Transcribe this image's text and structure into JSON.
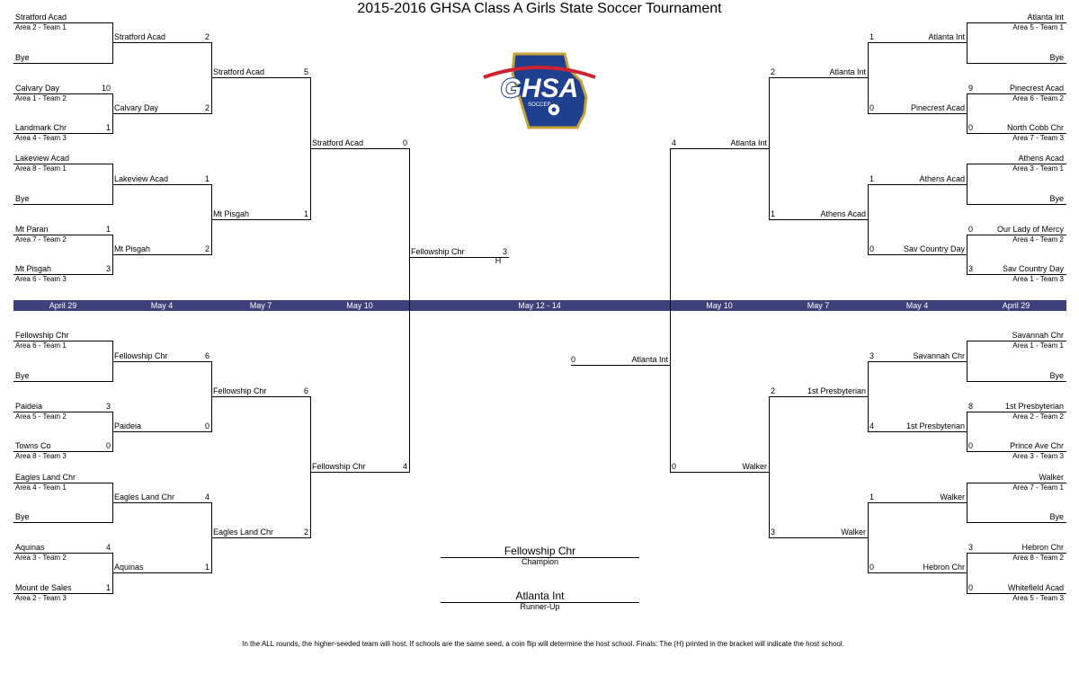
{
  "title": "2015-2016 GHSA Class A Girls State Soccer Tournament",
  "logo": {
    "text": "GHSA",
    "subtext": "SOCCER"
  },
  "dates": [
    "April 29",
    "May 4",
    "May 7",
    "May 10",
    "May 12 - 14",
    "May 10",
    "May 7",
    "May 4",
    "April 29"
  ],
  "left": {
    "r1": [
      {
        "team": "Stratford Acad",
        "seed": "Area 2 - Team 1",
        "score": ""
      },
      {
        "team": "Bye",
        "seed": "",
        "score": ""
      },
      {
        "team": "Calvary Day",
        "seed": "Area 1 - Team 2",
        "score": "10"
      },
      {
        "team": "Landmark Chr",
        "seed": "Area 4 - Team 3",
        "score": "1"
      },
      {
        "team": "Lakeview Acad",
        "seed": "Area 8 - Team 1",
        "score": ""
      },
      {
        "team": "Bye",
        "seed": "",
        "score": ""
      },
      {
        "team": "Mt Paran",
        "seed": "Area 7 - Team 2",
        "score": "1"
      },
      {
        "team": "Mt Pisgah",
        "seed": "Area 6 - Team 3",
        "score": "3"
      },
      {
        "team": "Fellowship Chr",
        "seed": "Area 6 - Team 1",
        "score": ""
      },
      {
        "team": "Bye",
        "seed": "",
        "score": ""
      },
      {
        "team": "Paideia",
        "seed": "Area 5 - Team 2",
        "score": "3"
      },
      {
        "team": "Towns Co",
        "seed": "Area 8 - Team 3",
        "score": "0"
      },
      {
        "team": "Eagles Land Chr",
        "seed": "Area 4 - Team 1",
        "score": ""
      },
      {
        "team": "Bye",
        "seed": "",
        "score": ""
      },
      {
        "team": "Aquinas",
        "seed": "Area 3 - Team 2",
        "score": "4"
      },
      {
        "team": "Mount de Sales",
        "seed": "Area 2 - Team 3",
        "score": "1"
      }
    ],
    "r2": [
      {
        "team": "Stratford Acad",
        "score": "2"
      },
      {
        "team": "Calvary Day",
        "score": "2"
      },
      {
        "team": "Lakeview Acad",
        "score": "1"
      },
      {
        "team": "Mt Pisgah",
        "score": "2"
      },
      {
        "team": "Fellowship Chr",
        "score": "6"
      },
      {
        "team": "Paideia",
        "score": "0"
      },
      {
        "team": "Eagles Land Chr",
        "score": "4"
      },
      {
        "team": "Aquinas",
        "score": "1"
      }
    ],
    "r3": [
      {
        "team": "Stratford Acad",
        "score": "5"
      },
      {
        "team": "Mt Pisgah",
        "score": "1"
      },
      {
        "team": "Fellowship Chr",
        "score": "6"
      },
      {
        "team": "Eagles Land Chr",
        "score": "2"
      }
    ],
    "r4": [
      {
        "team": "Stratford Acad",
        "score": "0"
      },
      {
        "team": "Fellowship Chr",
        "score": "4"
      }
    ]
  },
  "right": {
    "r1": [
      {
        "team": "Atlanta Int",
        "seed": "Area 5 - Team 1",
        "score": ""
      },
      {
        "team": "Bye",
        "seed": "",
        "score": ""
      },
      {
        "team": "Pinecrest Acad",
        "seed": "Area 6 - Team 2",
        "score": "9"
      },
      {
        "team": "North Cobb Chr",
        "seed": "Area 7 - Team 3",
        "score": "0"
      },
      {
        "team": "Athens Acad",
        "seed": "Area 3 - Team 1",
        "score": ""
      },
      {
        "team": "Bye",
        "seed": "",
        "score": ""
      },
      {
        "team": "Our Lady of Mercy",
        "seed": "Area 4 - Team 2",
        "score": "0"
      },
      {
        "team": "Sav Country Day",
        "seed": "Area 1 - Team 3",
        "score": "3"
      },
      {
        "team": "Savannah Chr",
        "seed": "Area 1 - Team 1",
        "score": ""
      },
      {
        "team": "Bye",
        "seed": "",
        "score": ""
      },
      {
        "team": "1st Presbyterian",
        "seed": "Area 2 - Team 2",
        "score": "8"
      },
      {
        "team": "Prince Ave Chr",
        "seed": "Area 3 - Team 3",
        "score": "0"
      },
      {
        "team": "Walker",
        "seed": "Area 7 - Team 1",
        "score": ""
      },
      {
        "team": "Bye",
        "seed": "",
        "score": ""
      },
      {
        "team": "Hebron Chr",
        "seed": "Area 8 - Team 2",
        "score": "3"
      },
      {
        "team": "Whitefield Acad",
        "seed": "Area 5 - Team 3",
        "score": "0"
      }
    ],
    "r2": [
      {
        "team": "Atlanta Int",
        "score": "1"
      },
      {
        "team": "Pinecrest Acad",
        "score": "0"
      },
      {
        "team": "Athens Acad",
        "score": "1"
      },
      {
        "team": "Sav Country Day",
        "score": "0"
      },
      {
        "team": "Savannah Chr",
        "score": "3"
      },
      {
        "team": "1st Presbyterian",
        "score": "4"
      },
      {
        "team": "Walker",
        "score": "1"
      },
      {
        "team": "Hebron Chr",
        "score": "0"
      }
    ],
    "r3": [
      {
        "team": "Atlanta Int",
        "score": "2"
      },
      {
        "team": "Athens Acad",
        "score": "1"
      },
      {
        "team": "1st Presbyterian",
        "score": "2"
      },
      {
        "team": "Walker",
        "score": "3"
      }
    ],
    "r4": [
      {
        "team": "Atlanta Int",
        "score": "4"
      },
      {
        "team": "Walker",
        "score": "0"
      }
    ]
  },
  "final": {
    "left": {
      "team": "Fellowship Chr",
      "score": "3",
      "host": "H"
    },
    "right": {
      "team": "Atlanta Int",
      "score": "0"
    }
  },
  "champion": {
    "team": "Fellowship Chr",
    "label": "Champion"
  },
  "runner_up": {
    "team": "Atlanta Int",
    "label": "Runner-Up"
  },
  "footnote": "In the ALL rounds, the higher-seeded team will host.  If schools are the same seed, a coin flip will determine the host school.  Finals: The (H) printed in the bracket will indicate the host school.",
  "colors": {
    "band": "#3d4079",
    "logo_blue": "#1f3f8f",
    "logo_red": "#cc2233",
    "logo_gold": "#c9a33a"
  }
}
